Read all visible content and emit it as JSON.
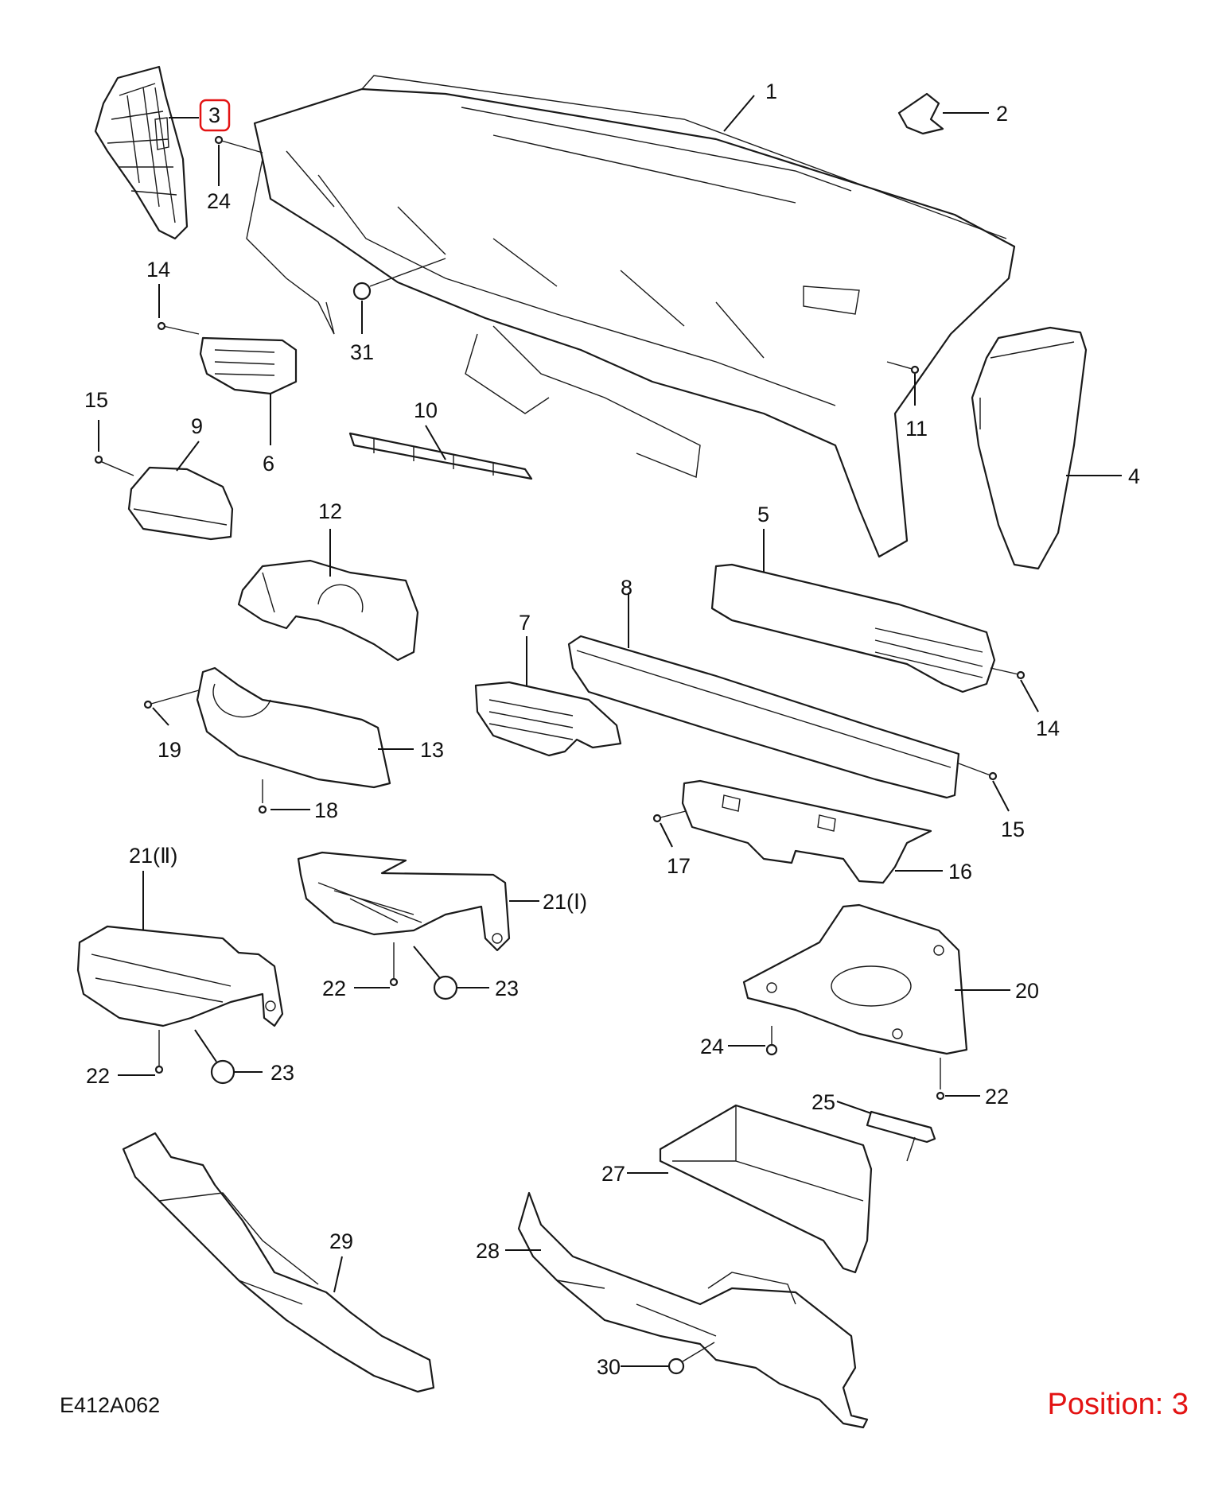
{
  "diagram_code": "E412A062",
  "position_label": "Position: 3",
  "highlight_color": "#e31313",
  "highlighted_callout": "3",
  "callouts": {
    "c1": "1",
    "c2": "2",
    "c3": "3",
    "c4": "4",
    "c5": "5",
    "c6": "6",
    "c7": "7",
    "c8": "8",
    "c9": "9",
    "c10": "10",
    "c11": "11",
    "c12": "12",
    "c13": "13",
    "c14a": "14",
    "c14b": "14",
    "c15a": "15",
    "c15b": "15",
    "c16": "16",
    "c17": "17",
    "c18": "18",
    "c19": "19",
    "c20": "20",
    "c21a": "21(Ⅱ)",
    "c21b": "21(Ⅰ)",
    "c22a": "22",
    "c22b": "22",
    "c22c": "22",
    "c23a": "23",
    "c23b": "23",
    "c24a": "24",
    "c24b": "24",
    "c25": "25",
    "c27": "27",
    "c28": "28",
    "c29": "29",
    "c30": "30",
    "c31": "31"
  }
}
